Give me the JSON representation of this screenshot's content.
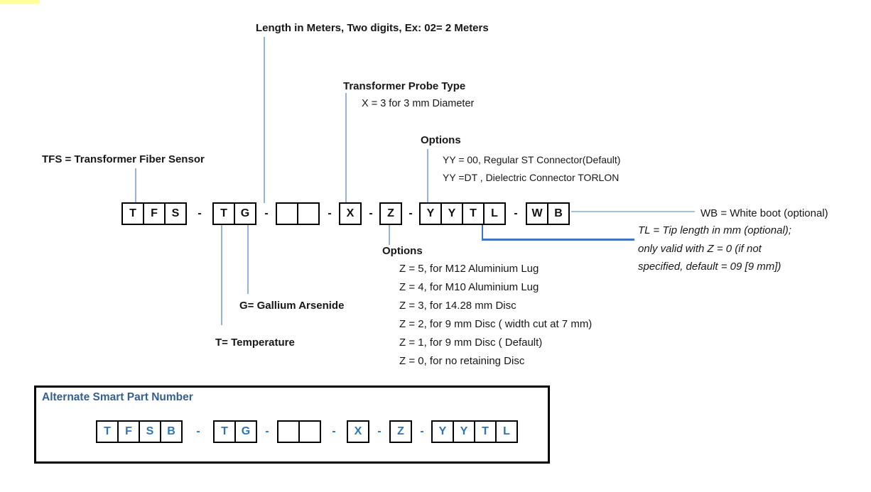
{
  "annotations": {
    "length": "Length in Meters, Two digits, Ex: 02= 2 Meters",
    "probe": {
      "title": "Transformer Probe Type",
      "detail": "X = 3 for 3 mm Diameter"
    },
    "connector_options": {
      "title": "Options",
      "items": [
        "YY = 00, Regular ST Connector(Default)",
        "YY =DT , Dielectric Connector TORLON"
      ]
    },
    "tfs": "TFS = Transformer Fiber Sensor",
    "wb": "WB = White boot (optional)",
    "tip_length": {
      "lines": [
        "TL = Tip length in mm (optional);",
        "only valid with Z = 0 (if not",
        "specified, default = 09 [9 mm])"
      ]
    },
    "disc_options": {
      "title": "Options",
      "items": [
        "Z = 5, for M12 Aluminium Lug",
        "Z = 4, for M10 Aluminium Lug",
        "Z = 3, for 14.28 mm Disc",
        "Z = 2, for 9 mm Disc ( width cut at 7 mm)",
        "Z = 1, for 9 mm Disc ( Default)",
        "Z = 0, for no retaining Disc"
      ]
    },
    "gallium": "G= Gallium Arsenide",
    "temperature": "T= Temperature"
  },
  "part_number": {
    "separator": "-",
    "groups": [
      [
        "T",
        "F",
        "S"
      ],
      [
        "T",
        "G"
      ],
      [
        "",
        ""
      ],
      [
        "X"
      ],
      [
        "Z"
      ],
      [
        "Y",
        "Y",
        "T",
        "L"
      ],
      [
        "W",
        "B"
      ]
    ]
  },
  "alternate_part_number": {
    "title": "Alternate Smart Part Number",
    "separator": "-",
    "groups": [
      [
        "T",
        "F",
        "S",
        "B"
      ],
      [
        "T",
        "G"
      ],
      [
        "",
        ""
      ],
      [
        "X"
      ],
      [
        "Z"
      ],
      [
        "Y",
        "Y",
        "T",
        "L"
      ]
    ]
  },
  "colors": {
    "connector_blue": "#95B3D7",
    "elbow_blue": "#4472C4",
    "alt_letter_blue": "#2E75B6",
    "alt_title_blue": "#365F91",
    "highlight_yellow": "#FFFF9E"
  }
}
